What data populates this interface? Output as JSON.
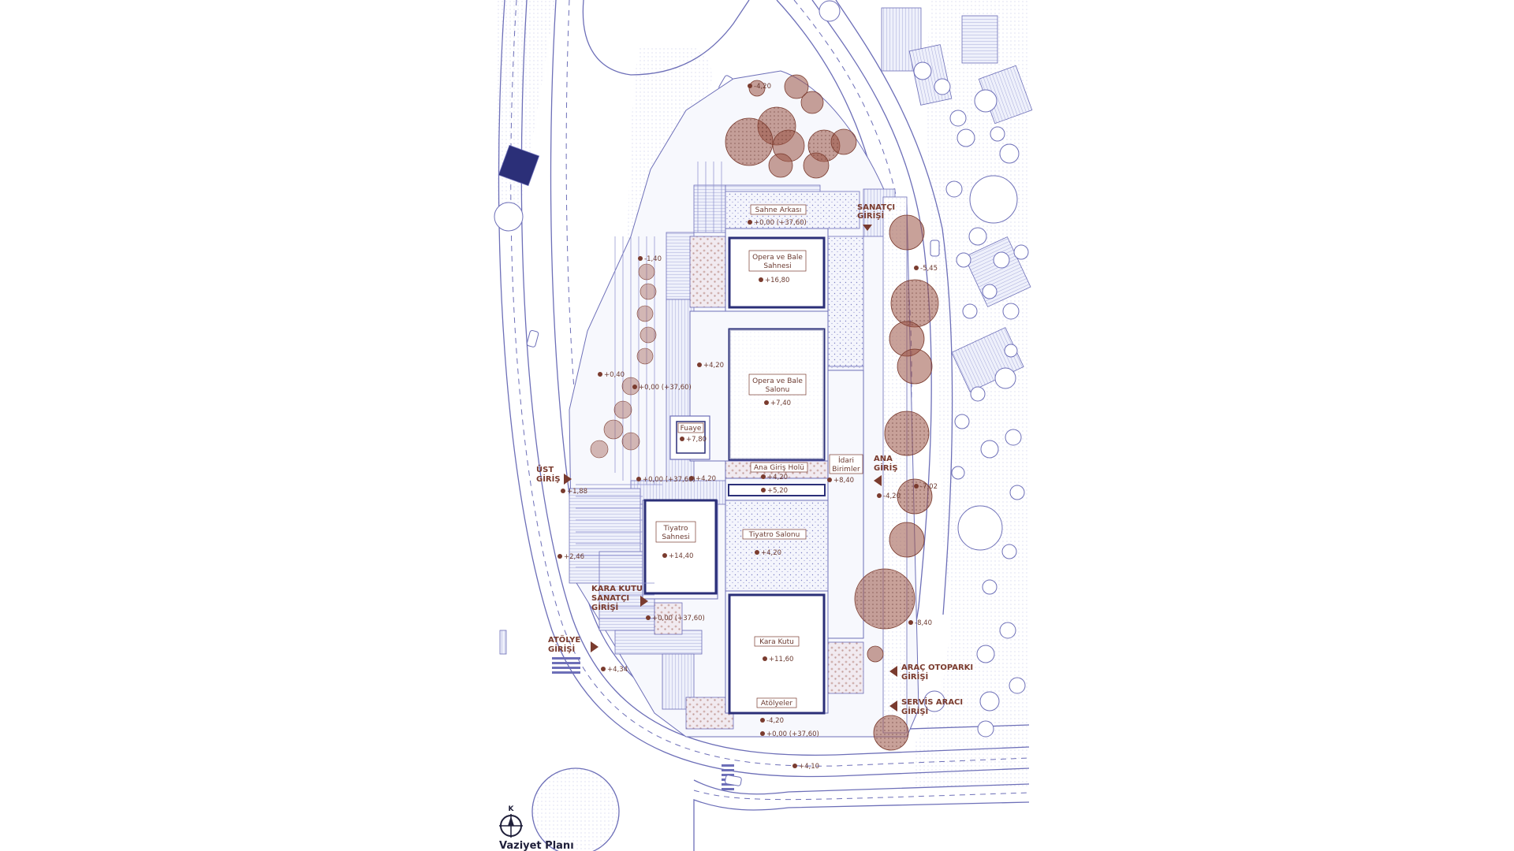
{
  "title": "Vaziyet Planı",
  "north_label": "K",
  "colors": {
    "line": "#6d6fb8",
    "dark_line": "#2b2f78",
    "tree": "#9a5346",
    "text": "#6b3a30",
    "pale": "#eef0fb"
  },
  "rooms": {
    "sahne_arkasi": "Sahne Arkası",
    "opera_sahnesi_1": "Opera ve Bale",
    "opera_sahnesi_2": "Sahnesi",
    "opera_salonu_1": "Opera ve Bale",
    "opera_salonu_2": "Salonu",
    "fuaye": "Fuaye",
    "ana_giris_holu": "Ana Giriş Holü",
    "idari_1": "İdari",
    "idari_2": "Birimler",
    "tiyatro_sahnesi_1": "Tiyatro",
    "tiyatro_sahnesi_2": "Sahnesi",
    "tiyatro_salonu": "Tiyatro Salonu",
    "kara_kutu": "Kara Kutu",
    "atolyeler": "Atölyeler"
  },
  "entrances": {
    "sanatci_1": "SANATÇI",
    "sanatci_2": "GİRİŞİ",
    "ana_1": "ANA",
    "ana_2": "GİRİŞ",
    "ust_1": "ÜST",
    "ust_2": "GİRİŞ",
    "karakutu_1": "KARA KUTU",
    "karakutu_2": "SANATÇI",
    "karakutu_3": "GİRİŞİ",
    "atolye_1": "ATÖLYE",
    "atolye_2": "GİRİŞİ",
    "otopark_1": "ARAÇ OTOPARKI",
    "otopark_2": "GİRİŞİ",
    "servis_1": "SERVİS ARACI",
    "servis_2": "GİRİŞİ"
  },
  "levels": {
    "l01": "-4,20",
    "l02": "+0,00 (+37,60)",
    "l03": "-1,40",
    "l04": "+16,80",
    "l05": "-5,45",
    "l06": "+4,20",
    "l07": "+0,40",
    "l08": "+0,00 (+37,60)",
    "l09": "+7,40",
    "l10": "+7,80",
    "l11": "+0,00 (+37,60)",
    "l12": "+4,20",
    "l13": "+4,20",
    "l14": "+5,20",
    "l15": "+8,40",
    "l16": "-7,02",
    "l17": "-4,20",
    "l18": "+1,88",
    "l19": "+14,40",
    "l20": "+4,20",
    "l21": "+2,46",
    "l22": "+0,00 (+37,60)",
    "l23": "-8,40",
    "l24": "+11,60",
    "l25": "+4,34",
    "l26": "-4,20",
    "l27": "+0,00 (+37,60)",
    "l28": "+4,10"
  }
}
